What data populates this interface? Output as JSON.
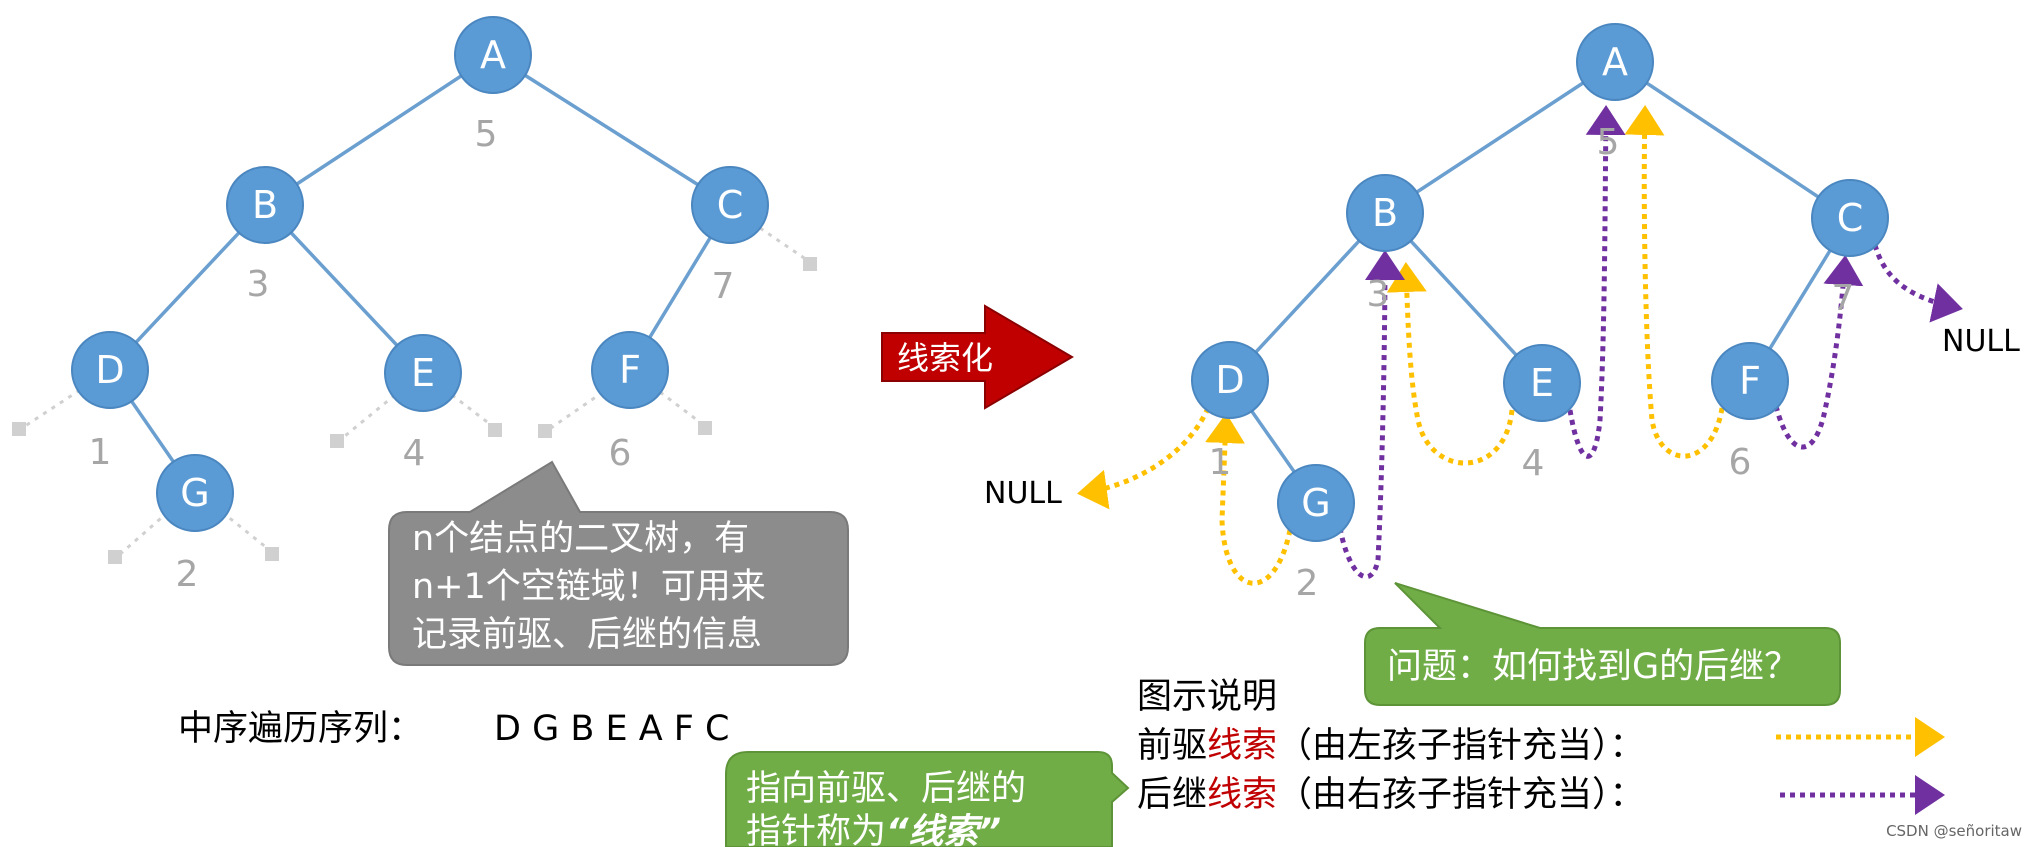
{
  "left_tree": {
    "nodes": [
      {
        "label": "A",
        "order": "5"
      },
      {
        "label": "B",
        "order": "3"
      },
      {
        "label": "C",
        "order": "7"
      },
      {
        "label": "D",
        "order": "1"
      },
      {
        "label": "E",
        "order": "4"
      },
      {
        "label": "F",
        "order": "6"
      },
      {
        "label": "G",
        "order": "2"
      }
    ]
  },
  "right_tree": {
    "nodes": [
      {
        "label": "A",
        "order": "5"
      },
      {
        "label": "B",
        "order": "3"
      },
      {
        "label": "C",
        "order": "7"
      },
      {
        "label": "D",
        "order": "1"
      },
      {
        "label": "E",
        "order": "4"
      },
      {
        "label": "F",
        "order": "6"
      },
      {
        "label": "G",
        "order": "2"
      }
    ],
    "null_left": "NULL",
    "null_right": "NULL"
  },
  "arrow_label": "线索化",
  "gray_callout": [
    "n个结点的二叉树，有",
    "n+1个空链域！可用来",
    "记录前驱、后继的信息"
  ],
  "inorder_label": "中序遍历序列：",
  "inorder_sequence": "D G B E A F C",
  "green_callout_left": {
    "line1": "指向前驱、后继的",
    "line2_prefix": "指针称为",
    "line2_emph": "“线索”"
  },
  "green_callout_right": "问题：如何找到G的后继？",
  "legend": {
    "title": "图示说明",
    "pre_prefix": "前驱",
    "pre_red": "线索",
    "pre_suffix": "（由左孩子指针充当）：",
    "suc_prefix": "后继",
    "suc_red": "线索",
    "suc_suffix": "（由右孩子指针充当）：",
    "pre_color": "#ffc000",
    "suc_color": "#7030a0"
  },
  "colors": {
    "node": "#5b9bd5",
    "arrow": "#c00000",
    "gray_callout": "#8c8c8c",
    "green_callout": "#70ad47"
  },
  "watermark": "CSDN @señoritaw"
}
